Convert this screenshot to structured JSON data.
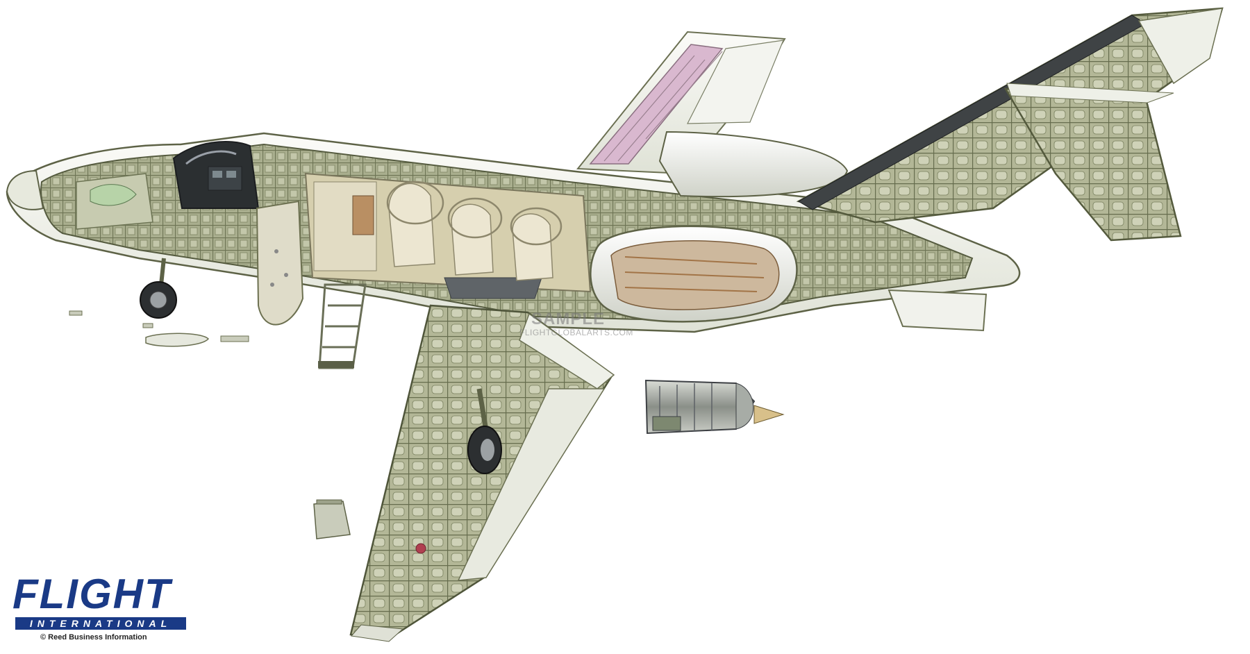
{
  "watermark": {
    "line1": "SAMPLE",
    "line2": "FLIGHTGLOBALARTS.COM"
  },
  "logo": {
    "word": "FLIGHT",
    "subtitle": "INTERNATIONAL",
    "copyright": "© Reed Business Information"
  },
  "colors": {
    "structure": "#8c9470",
    "skin": "#eef0e8",
    "interior": "#d6cfae",
    "seat": "#e9e3cf",
    "brand": "#1a3a86",
    "accent_pink": "#d9b8cf"
  },
  "illustration": {
    "subject": "business-jet-cutaway",
    "parts": [
      "nose-radome",
      "cockpit",
      "cabin-door",
      "airstair",
      "passenger-seats",
      "engine-nacelle",
      "detached-engine",
      "wing-structure",
      "main-landing-gear",
      "nose-landing-gear",
      "vertical-tail",
      "horizontal-stabiliser"
    ]
  }
}
